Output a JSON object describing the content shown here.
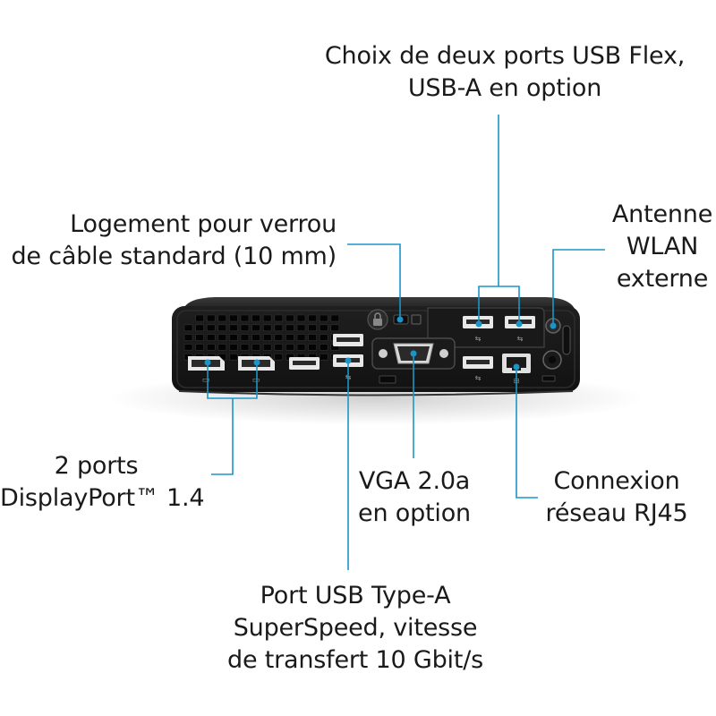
{
  "colors": {
    "callout": "#1b95c9",
    "chassis": "#1c1c1c",
    "panel": "#141414",
    "port_body": "#e8e8e8",
    "text": "#1a1a1a"
  },
  "labels": {
    "usb_flex": {
      "line1": "Choix de deux ports USB Flex,",
      "line2": "USB-A en option"
    },
    "lock_slot": {
      "line1": "Logement pour verrou",
      "line2": "de câble standard (10 mm)"
    },
    "antenna": {
      "line1": "Antenne",
      "line2": "WLAN",
      "line3": "externe"
    },
    "displayport": {
      "line1": "2 ports",
      "line2": "DisplayPort™ 1.4"
    },
    "vga": {
      "line1": "VGA 2.0a",
      "line2": "en option"
    },
    "rj45": {
      "line1": "Connexion",
      "line2": "réseau RJ45"
    },
    "usb_a": {
      "line1": "Port USB Type-A",
      "line2": "SuperSpeed, vitesse",
      "line3": "de transfert 10 Gbit/s"
    }
  },
  "icons": [
    "lock-icon",
    "usb-icon",
    "displayport-icon",
    "ethernet-icon",
    "power-icon",
    "antenna-connector-icon"
  ]
}
